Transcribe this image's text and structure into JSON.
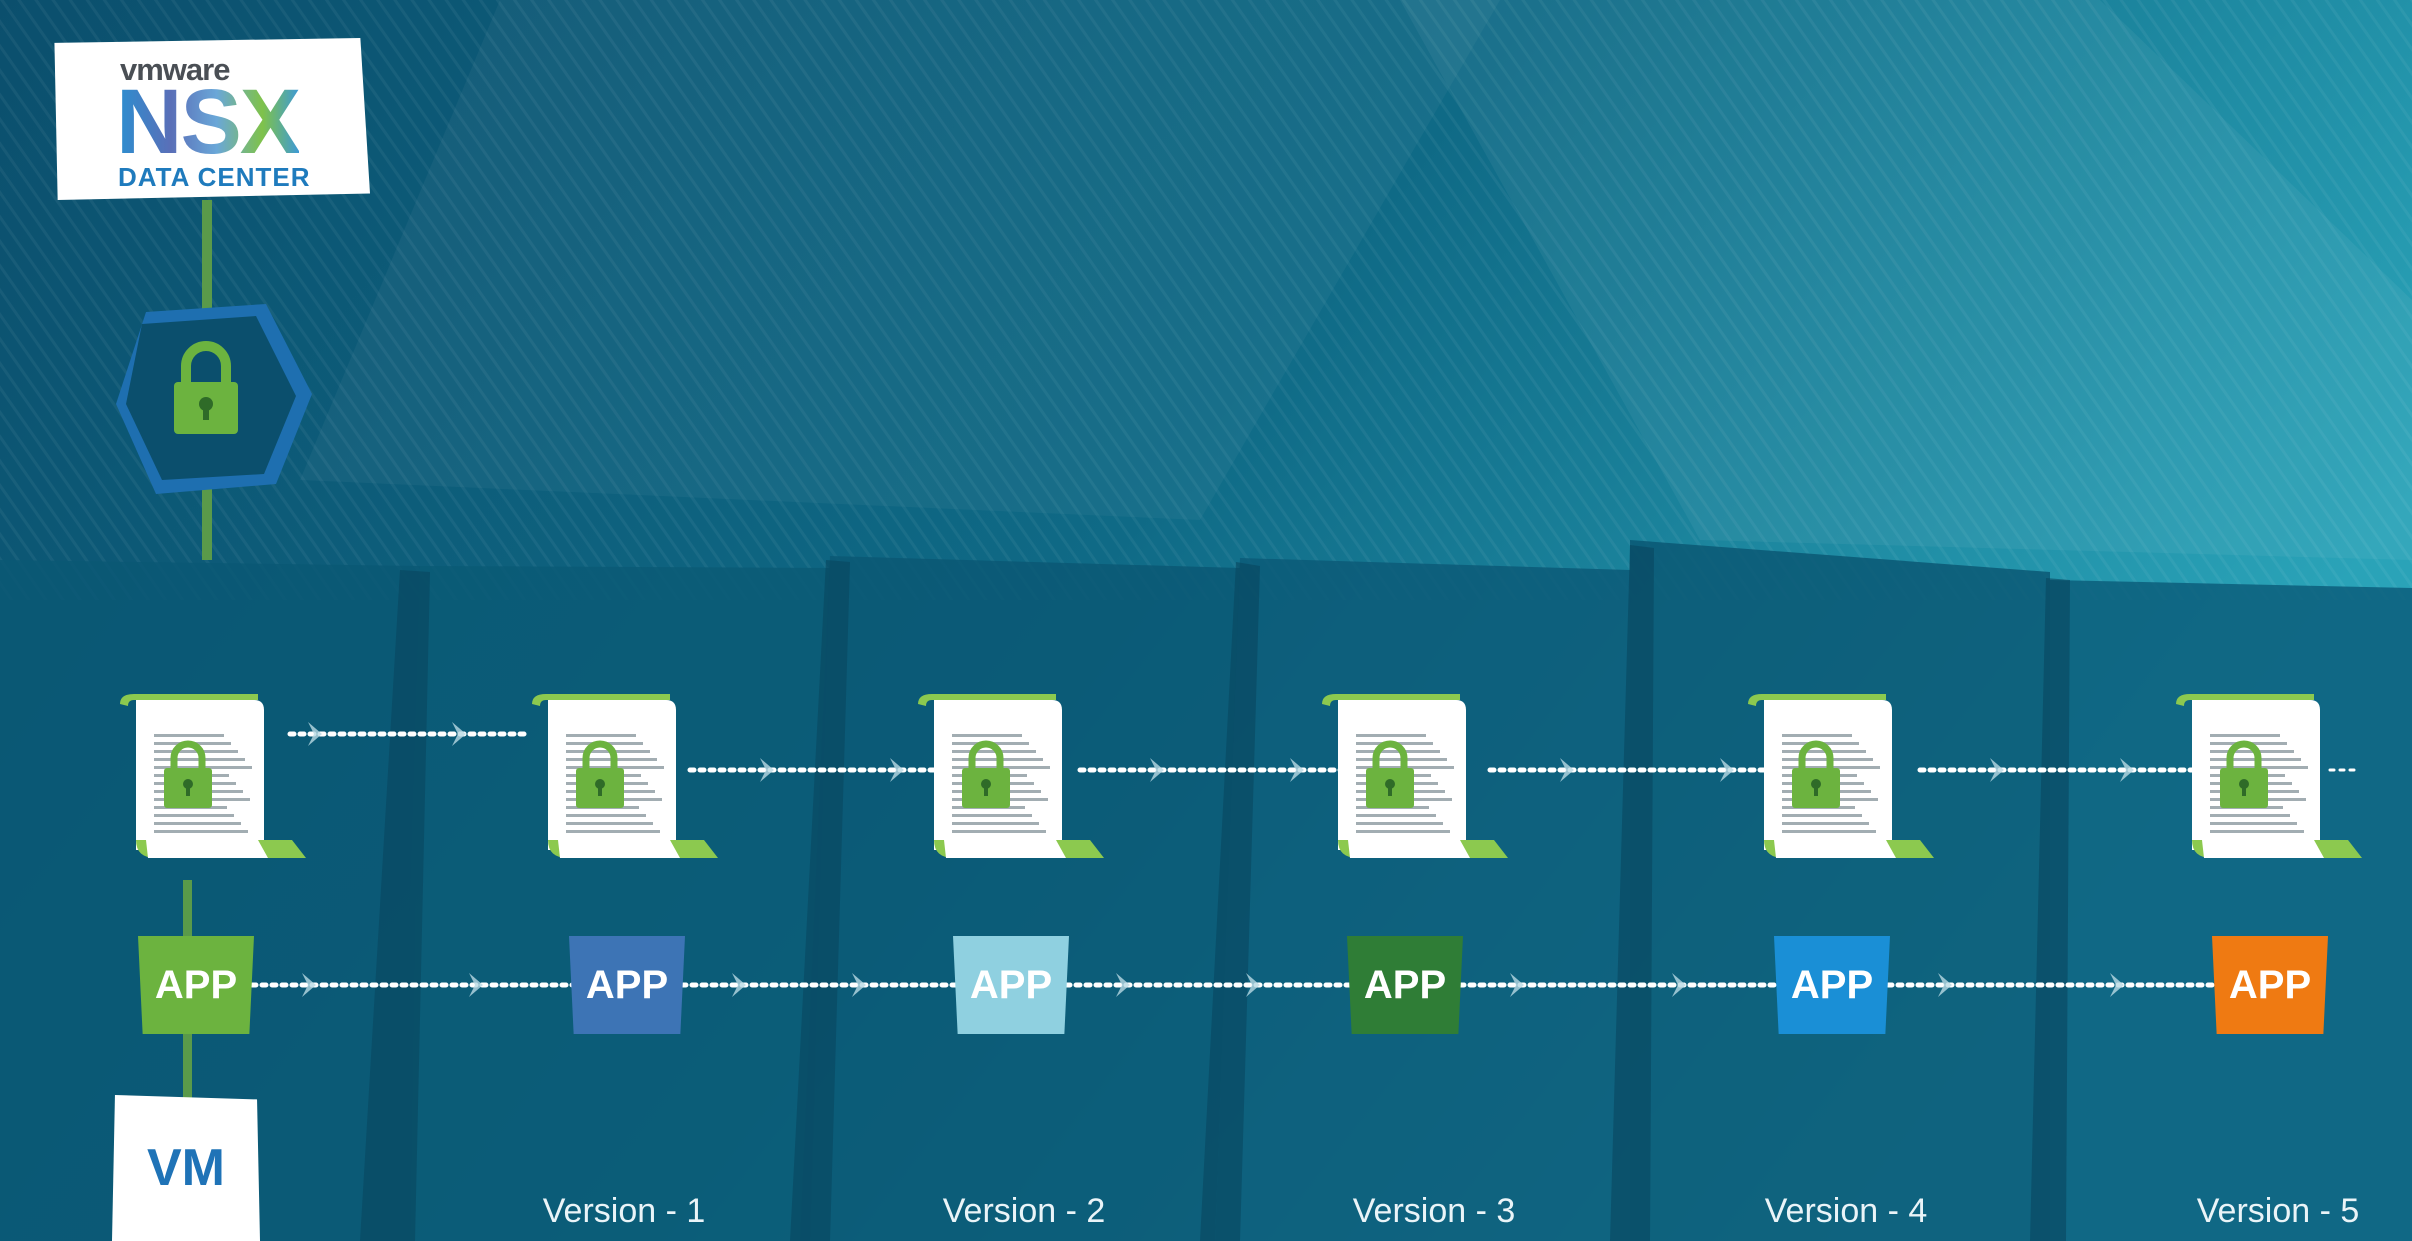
{
  "logo": {
    "vendor": "vmware",
    "product": "NSX",
    "subtitle": "DATA CENTER",
    "registered": "®"
  },
  "root": {
    "vm_label": "VM",
    "app_label": "APP",
    "app_color": "#6cb33f"
  },
  "versions": [
    {
      "label": "Version - 1",
      "app_label": "APP",
      "app_color": "#3d74b5"
    },
    {
      "label": "Version - 2",
      "app_label": "APP",
      "app_color": "#8fd0e0"
    },
    {
      "label": "Version - 3",
      "app_label": "APP",
      "app_color": "#2f7d36"
    },
    {
      "label": "Version - 4",
      "app_label": "APP",
      "app_color": "#1a8fd6"
    },
    {
      "label": "Version - 5",
      "app_label": "APP",
      "app_color": "#ef7a12"
    }
  ],
  "colors": {
    "background": "#0c5672",
    "policy_lock": "#6cb33f",
    "policy_trim": "#8cc94f",
    "hex_badge": "#1e6fb0",
    "connector": "#ffffff"
  },
  "icons": [
    "lock-icon",
    "policy-document-icon",
    "arrow-right-icon"
  ]
}
